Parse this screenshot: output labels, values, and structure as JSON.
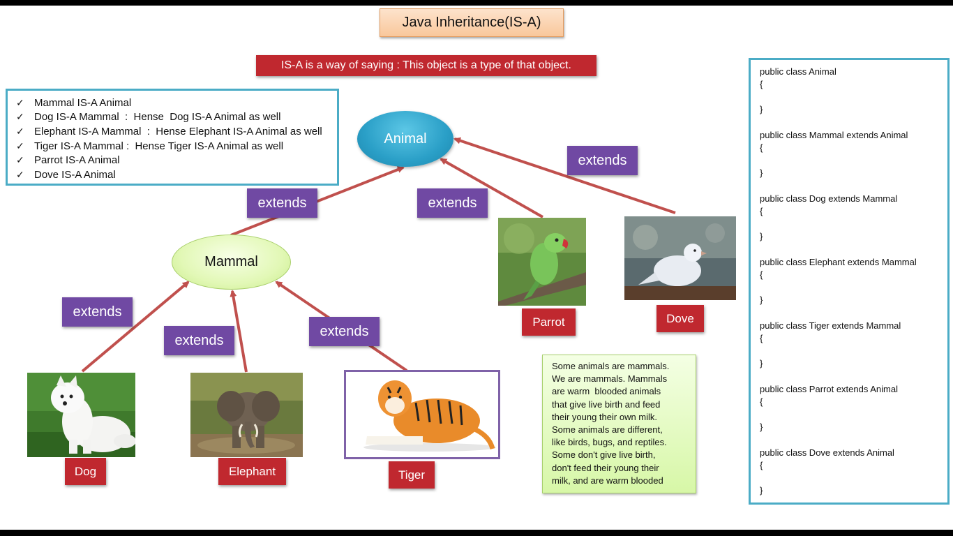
{
  "title": "Java Inheritance(IS-A)",
  "definition": "IS-A is a way of saying : This object is a type of that object.",
  "rules": [
    "Mammal IS-A Animal",
    "Dog IS-A Mammal  :  Hense  Dog IS-A Animal as well",
    "Elephant IS-A Mammal  :  Hense Elephant IS-A Animal as well",
    "Tiger IS-A Mammal :  Hense Tiger IS-A Animal as well",
    "Parrot IS-A Animal",
    "Dove IS-A Animal"
  ],
  "check_mark": "✓",
  "nodes": {
    "animal": "Animal",
    "mammal": "Mammal"
  },
  "extends_label": "extends",
  "labels": {
    "dog": "Dog",
    "elephant": "Elephant",
    "tiger": "Tiger",
    "parrot": "Parrot",
    "dove": "Dove"
  },
  "note_lines": [
    "Some animals are mammals.",
    "We are mammals. Mammals",
    "are warm  blooded animals",
    "that give live birth and feed",
    "their young their own milk.",
    "Some animals are different,",
    "like birds, bugs, and reptiles.",
    "Some don't give live birth,",
    "don't feed their young their",
    "milk, and are warm blooded"
  ],
  "code": [
    "public class Animal",
    "public class Mammal extends Animal",
    "public class Dog extends Mammal",
    "public class Elephant extends Mammal",
    "public class Tiger extends Mammal",
    "public class Parrot extends Animal",
    "public class Dove extends Animal"
  ],
  "brace_open": "{",
  "brace_close": "}",
  "colors": {
    "arrow": "#c0504d",
    "extends_bg": "#7049a3",
    "label_bg": "#c0282f",
    "frame": "#4bacc6"
  },
  "icons": [
    "dog-photo",
    "elephant-photo",
    "tiger-photo",
    "parrot-photo",
    "dove-photo"
  ]
}
